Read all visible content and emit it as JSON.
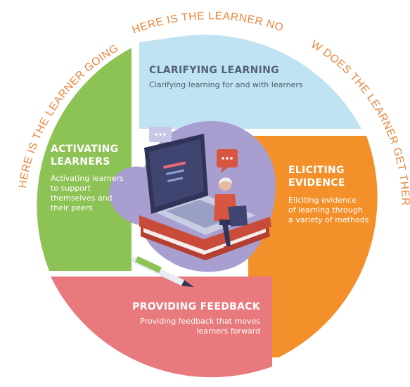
{
  "outer_questions": {
    "top": "WHERE IS THE LEARNER NOW?",
    "left": "WHERE IS THE LEARNER GOING?",
    "right": "HOW DOES THE LEARNER GET THERE?"
  },
  "quadrants": {
    "clarifying": {
      "title": "CLARIFYING LEARNING",
      "body": [
        "Clarifying learning for and with learners"
      ],
      "color": "#bfe3f2"
    },
    "activating": {
      "title": [
        "ACTIVATING",
        "LEARNERS"
      ],
      "body": [
        "Activating learners",
        "to support",
        "themselves and",
        "their peers"
      ],
      "color": "#8dc255"
    },
    "eliciting": {
      "title": [
        "ELICITING",
        "EVIDENCE"
      ],
      "body": [
        "Eliciting evidence",
        "of learning through",
        "a variety of methods"
      ],
      "color": "#f3902a"
    },
    "feedback": {
      "title": "PROVIDING FEEDBACK",
      "body": [
        "Providing feedback that moves",
        "learners forward"
      ],
      "color": "#e8797c"
    }
  },
  "accent_color": "#e9853a"
}
